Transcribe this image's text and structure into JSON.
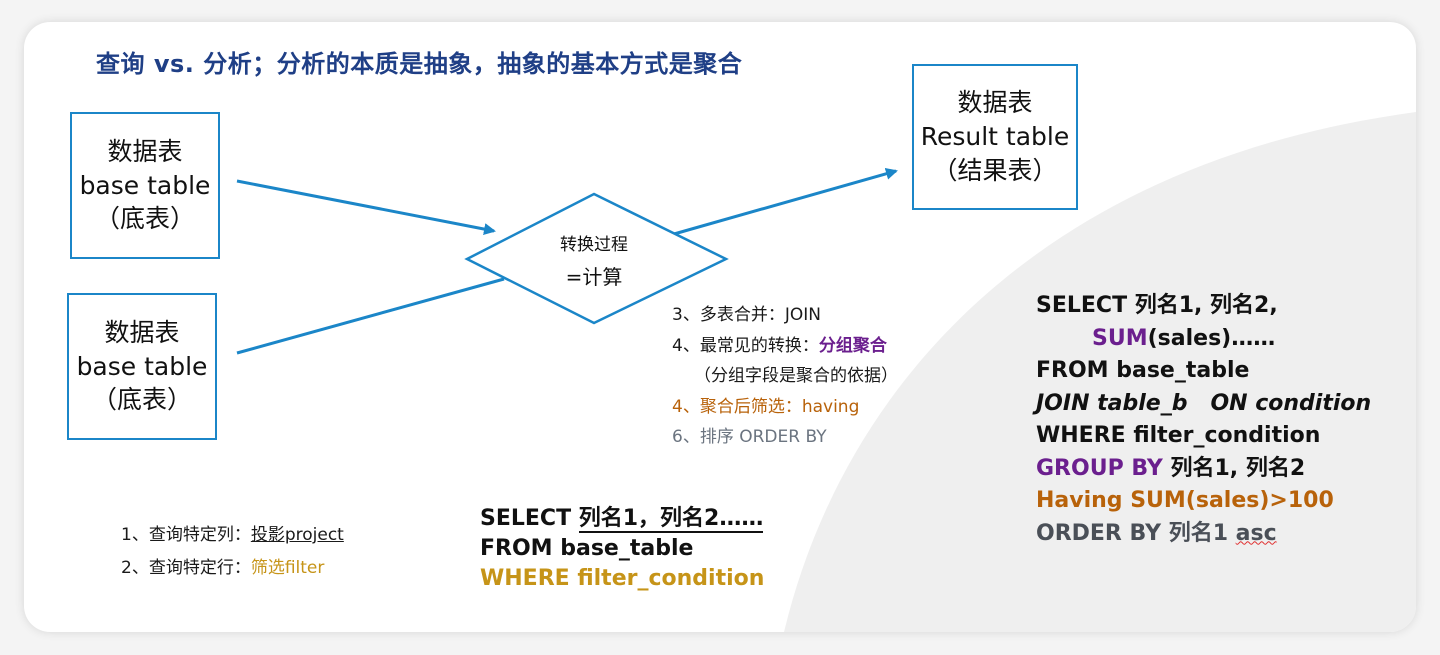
{
  "title": "查询 vs. 分析；分析的本质是抽象，抽象的基本方式是聚合",
  "base_table_1": {
    "line1": "数据表",
    "line2": "base table",
    "line3": "（底表）"
  },
  "base_table_2": {
    "line1": "数据表",
    "line2": "base table",
    "line3": "（底表）"
  },
  "result_table": {
    "line1": "数据表",
    "line2": "Result table",
    "line3": "（结果表）"
  },
  "transform": {
    "line1": "转换过程",
    "line2": "=计算"
  },
  "steps": {
    "s3": "3、多表合并：JOIN",
    "s4_prefix": "4、最常见的转换：",
    "s4_highlight": "分组聚合",
    "s4_note": "（分组字段是聚合的依据）",
    "s5": "4、聚合后筛选：having",
    "s6": "6、排序 ORDER BY"
  },
  "left_list": {
    "item1_prefix": "1、查询特定列：",
    "item1_link": "投影project",
    "item2_prefix": "2、查询特定行：",
    "item2_highlight": "筛选filter"
  },
  "sql_simple": {
    "select_kw": "SELECT ",
    "select_cols": "列名1，列名2……",
    "from": "FROM base_table",
    "where": "WHERE filter_condition"
  },
  "sql_full": {
    "line1": "SELECT 列名1, 列名2,",
    "sum_kw": "SUM",
    "sum_rest": "(sales)……",
    "from": "FROM base_table",
    "join": "JOIN table_b   ON condition",
    "where": "WHERE filter_condition",
    "group_kw": "GROUP BY",
    "group_rest": " 列名1, 列名2",
    "having": "Having SUM(sales)>100",
    "order_kw": "ORDER BY 列名1 ",
    "order_dir": "asc"
  },
  "colors": {
    "title": "#1f3f86",
    "box_border": "#1b86c8",
    "arrow": "#1b86c8",
    "purple": "#6b1f8e",
    "orange": "#b8620a",
    "gold": "#c69418",
    "gray": "#6b7480"
  }
}
